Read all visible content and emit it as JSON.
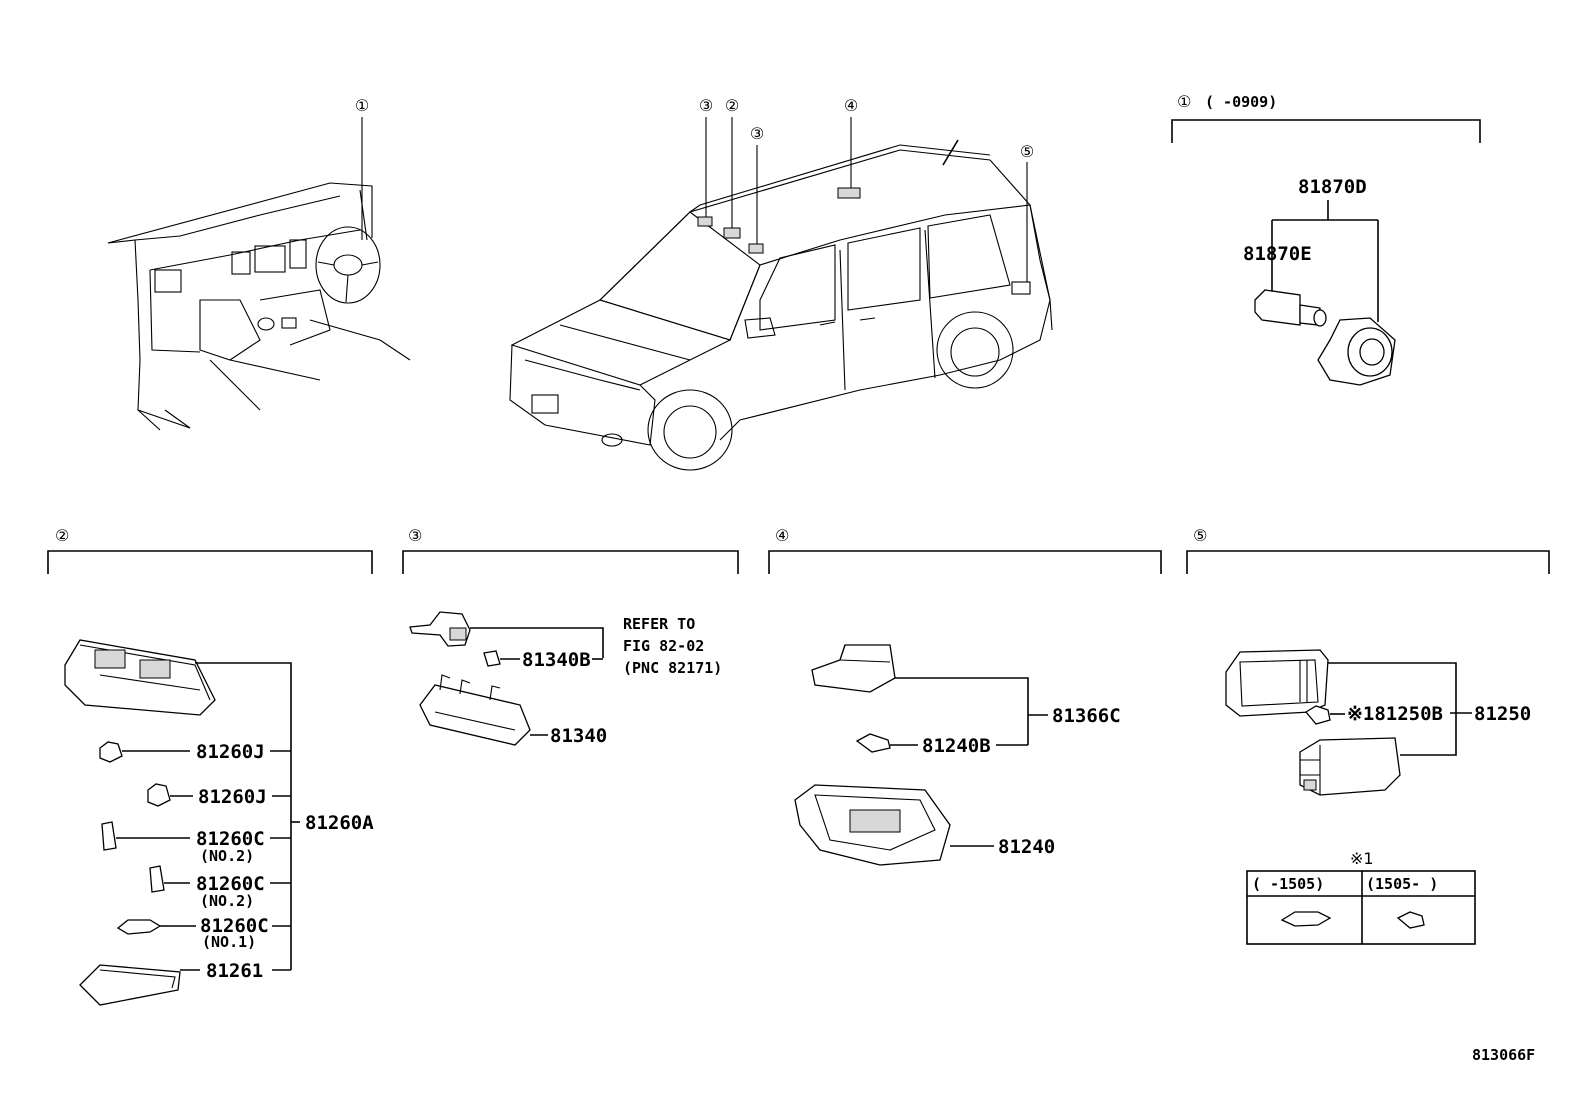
{
  "callouts": {
    "c1": "①",
    "c2": "②",
    "c3": "③",
    "c4": "④",
    "c5": "⑤"
  },
  "sections": {
    "s1": {
      "circle": "①",
      "range": "(      -0909)"
    },
    "s2": {
      "circle": "②"
    },
    "s3": {
      "circle": "③"
    },
    "s4": {
      "circle": "④"
    },
    "s5": {
      "circle": "⑤"
    }
  },
  "parts": {
    "p81870D": "81870D",
    "p81870E": "81870E",
    "p81260J_a": "81260J",
    "p81260J_b": "81260J",
    "p81260C_a": "81260C",
    "p81260C_a_note": "(NO.2)",
    "p81260C_b": "81260C",
    "p81260C_b_note": "(NO.2)",
    "p81260C_c": "81260C",
    "p81260C_c_note": "(NO.1)",
    "p81261": "81261",
    "p81260A": "81260A",
    "p81340B": "81340B",
    "p81340": "81340",
    "refer_1": "REFER TO",
    "refer_2": "FIG 82-02",
    "refer_3": "(PNC 82171)",
    "p81366C": "81366C",
    "p81240B": "81240B",
    "p81240": "81240",
    "p81250B": "※181250B",
    "p81250": "81250"
  },
  "note_table": {
    "title": "※1",
    "col1": "(      -1505)",
    "col2": "(1505-     )"
  },
  "diagram_id": "813066F"
}
